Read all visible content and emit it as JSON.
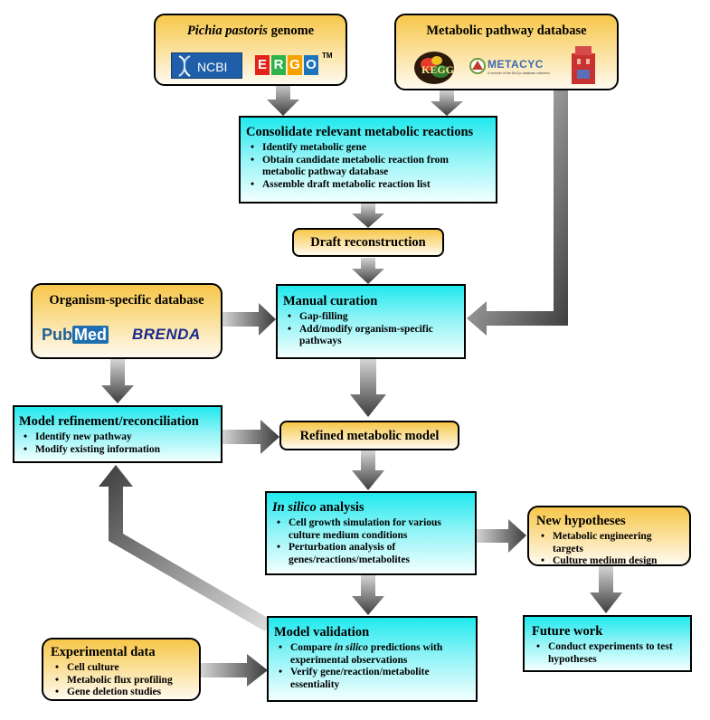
{
  "nodes": {
    "genome": {
      "title_italic": "Pichia pastoris",
      "title_rest": " genome"
    },
    "pathway_db": {
      "title": "Metabolic pathway database"
    },
    "consolidate": {
      "title": "Consolidate relevant metabolic reactions",
      "items": [
        "Identify metabolic gene",
        "Obtain candidate metabolic reaction from metabolic pathway database",
        "Assemble draft metabolic reaction list"
      ]
    },
    "draft": {
      "title": "Draft reconstruction"
    },
    "organism_db": {
      "title": "Organism-specific database"
    },
    "manual": {
      "title": "Manual curation",
      "items": [
        "Gap-filling",
        "Add/modify organism-specific pathways"
      ]
    },
    "refinement": {
      "title": "Model refinement/reconciliation",
      "items": [
        "Identify new pathway",
        "Modify existing information"
      ]
    },
    "refined_model": {
      "title": "Refined metabolic model"
    },
    "insilico": {
      "title_italic": "In silico",
      "title_rest": " analysis",
      "items": [
        "Cell growth simulation for various culture medium conditions",
        "Perturbation analysis of genes/reactions/metabolites"
      ]
    },
    "hypotheses": {
      "title": "New hypotheses",
      "items": [
        "Metabolic engineering targets",
        "Culture medium design"
      ]
    },
    "future": {
      "title": "Future work",
      "items": [
        "Conduct experiments to test hypotheses"
      ]
    },
    "validation": {
      "title": "Model validation",
      "item1_pre": "Compare ",
      "item1_italic": "in silico",
      "item1_post": " predictions with experimental observations",
      "item2": "Verify gene/reaction/metabolite essentiality"
    },
    "experimental": {
      "title": "Experimental data",
      "items": [
        "Cell culture",
        "Metabolic flux profiling",
        "Gene deletion studies"
      ]
    }
  },
  "logos": {
    "ncbi": "NCBI",
    "ergo": [
      "E",
      "R",
      "G",
      "O"
    ],
    "ergo_tm": "TM",
    "kegg": "KEGG",
    "metacyc": "METACYC",
    "metacyc_sub": "A member of the BioCyc database collection",
    "pubmed_pub": "Pub",
    "pubmed_med": "Med",
    "brenda": "BRENDA"
  },
  "colors": {
    "process_box": "#1fe9ee",
    "database_box": "#f7c74a",
    "ncbi_blue": "#1f5ea8",
    "ergo": [
      "#e2231a",
      "#2db34a",
      "#f5a200",
      "#1c75bc"
    ],
    "brenda_navy": "#1a2a8c"
  }
}
